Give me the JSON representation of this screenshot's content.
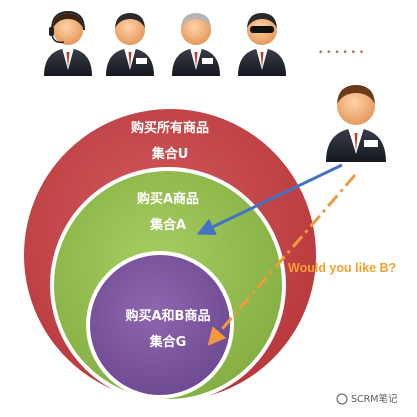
{
  "people": [
    {
      "kind": "headset"
    },
    {
      "kind": "badge"
    },
    {
      "kind": "badge-grey-hair"
    },
    {
      "kind": "sunglasses"
    }
  ],
  "ellipsis": "• • • • • •",
  "customer": {
    "kind": "badge"
  },
  "sets": {
    "u": {
      "label_line1": "购买所有商品",
      "label_line2": "集合U",
      "color": "#c8474a"
    },
    "a": {
      "label_line1": "购买A商品",
      "label_line2": "集合A",
      "color": "#96bf52"
    },
    "g": {
      "label_line1": "购买A和B商品",
      "label_line2": "集合G",
      "color": "#8058a3"
    }
  },
  "question": "Would you like B?",
  "arrow_colors": {
    "blue": "#4472c4",
    "orange": "#f29a3c"
  },
  "watermark": "SCRM笔记"
}
